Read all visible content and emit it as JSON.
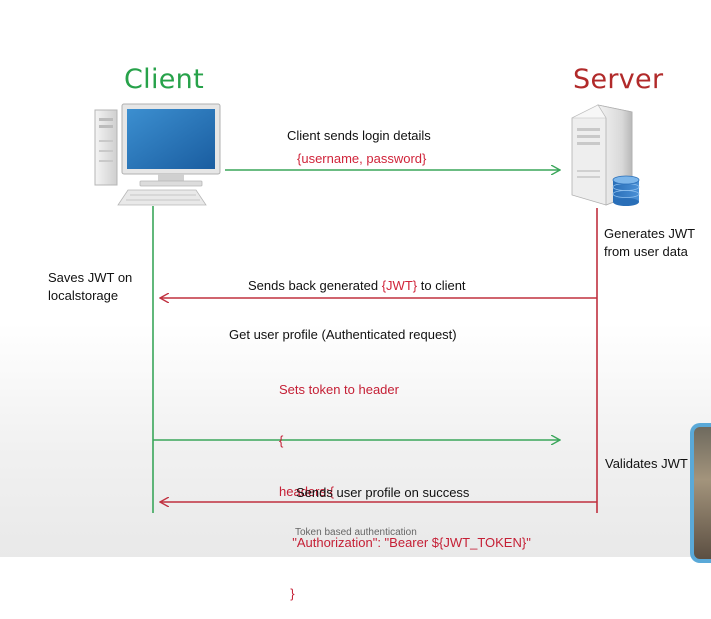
{
  "titles": {
    "client": "Client",
    "server": "Server"
  },
  "steps": {
    "login_label": "Client sends login details",
    "login_payload": "{username, password}",
    "generate_note_line1": "Generates JWT",
    "generate_note_line2": "from user data",
    "saves_note_line1": "Saves JWT on",
    "saves_note_line2": "localstorage",
    "send_back_prefix": "Sends back generated ",
    "send_back_token": "{JWT}",
    "send_back_suffix": " to client",
    "get_profile_label": "Get user profile (Authenticated request)",
    "code_line1": "Sets token to header",
    "code_line2": "{",
    "code_line3": "headers:{",
    "code_line4": "  \"Authorization\": \"Bearer ${JWT_TOKEN}\"",
    "code_line5": "  }",
    "validates_note": "Validates JWT",
    "profile_success_label": "Sends user profile on success"
  },
  "caption": "Token based authentication",
  "colors": {
    "client": "#27a24a",
    "server": "#b12a2a",
    "client_line": "#3aa65a",
    "server_line": "#c0303f"
  },
  "icons": {
    "client": "desktop-computer-icon",
    "server": "server-database-icon"
  }
}
